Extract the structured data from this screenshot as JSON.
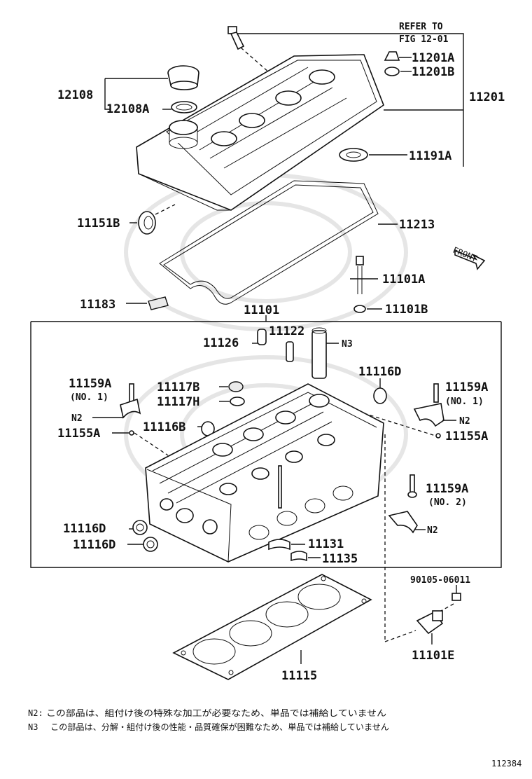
{
  "refer_note": {
    "line1": "REFER TO",
    "line2": "FIG 12-01"
  },
  "parts": {
    "p12108": "12108",
    "p12108A": "12108A",
    "p11201A": "11201A",
    "p11201B": "11201B",
    "p11201": "11201",
    "p11191A": "11191A",
    "p11151B": "11151B",
    "p11213": "11213",
    "p11101A": "11101A",
    "p11101B": "11101B",
    "p11183": "11183",
    "p11101": "11101",
    "p11126": "11126",
    "p11122": "11122",
    "p11116D_top": "11116D",
    "p11159A_left": "11159A",
    "p11117B": "11117B",
    "p11117H": "11117H",
    "p11159A_right": "11159A",
    "p11155A_left": "11155A",
    "p11116B": "11116B",
    "p11155A_right": "11155A",
    "p11159A_lower": "11159A",
    "p11116D_a": "11116D",
    "p11116D_b": "11116D",
    "p11131": "11131",
    "p11135": "11135",
    "p90105": "90105-06011",
    "p11101E": "11101E",
    "p11115": "11115"
  },
  "sublabels": {
    "no1_left": "(NO. 1)",
    "no1_right": "(NO. 1)",
    "no2": "(NO. 2)",
    "n2_a": "N2",
    "n2_b": "N2",
    "n2_c": "N2",
    "n3": "N3",
    "front": "FRONT"
  },
  "notes": {
    "n2_key": "N2:",
    "n2_text": "この部品は、組付け後の特殊な加工が必要なため、単品では補給していません",
    "n3_key": "N3",
    "n3_text": "この部品は、分解・組付け後の性能・品質確保が困難なため、単品では補給していません"
  },
  "figure_number": "112384"
}
